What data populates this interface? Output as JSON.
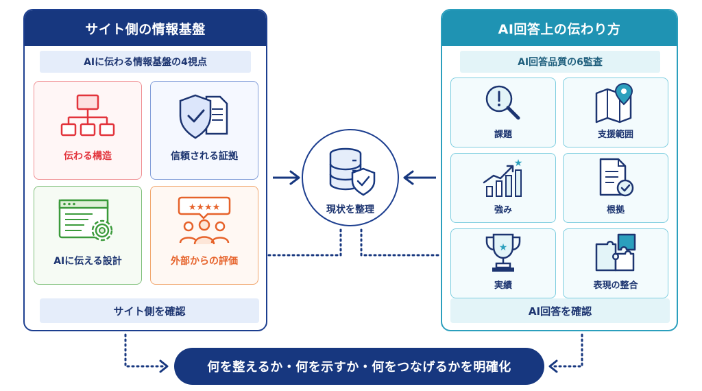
{
  "left_panel": {
    "title": "サイト側の情報基盤",
    "subtitle": "AIに伝わる情報基盤の4視点",
    "cards": [
      {
        "label": "伝わる構造",
        "icon": "hierarchy-icon",
        "color": "#e2333b"
      },
      {
        "label": "信頼される証拠",
        "icon": "shield-document-icon",
        "color": "#1c3470"
      },
      {
        "label": "AIに伝える設計",
        "icon": "window-gear-icon",
        "color": "#3a9a3a"
      },
      {
        "label": "外部からの評価",
        "icon": "review-people-icon",
        "color": "#e6622a"
      }
    ],
    "bottom": "サイト側を確認"
  },
  "center": {
    "label": "現状を整理",
    "icon": "database-shield-icon"
  },
  "right_panel": {
    "title": "AI回答上の伝わり方",
    "subtitle": "AI回答品質の6監査",
    "cards": [
      {
        "label": "課題",
        "icon": "magnifier-alert-icon"
      },
      {
        "label": "支援範囲",
        "icon": "map-pin-icon"
      },
      {
        "label": "強み",
        "icon": "growth-chart-icon"
      },
      {
        "label": "根拠",
        "icon": "document-check-icon"
      },
      {
        "label": "実績",
        "icon": "trophy-icon"
      },
      {
        "label": "表現の整合",
        "icon": "puzzle-icon"
      }
    ],
    "bottom": "AI回答を確認"
  },
  "conclusion": "何を整えるか・何を示すか・何をつなげるかを明確化",
  "colors": {
    "navy": "#17377f",
    "teal": "#1f93b3",
    "red": "#e2333b",
    "green": "#3a9a3a",
    "orange": "#e6622a"
  }
}
